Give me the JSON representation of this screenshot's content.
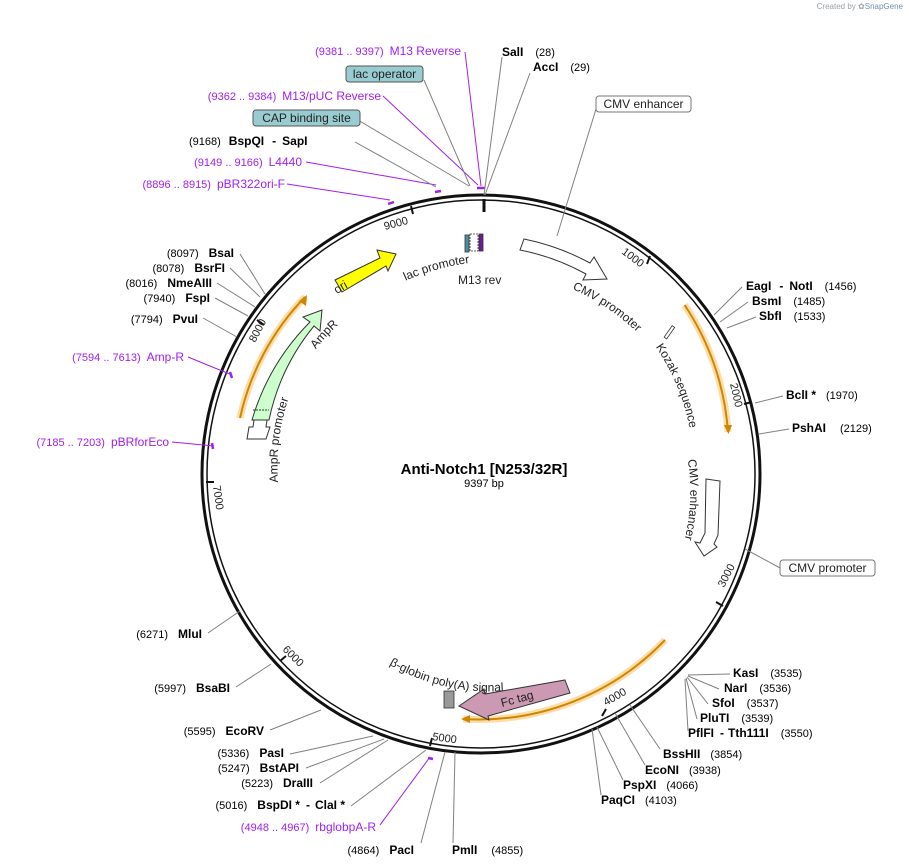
{
  "credit": {
    "prefix": "Created by",
    "brand": "SnapGene"
  },
  "plasmid": {
    "name": "Anti-Notch1 [N253/32R]",
    "length": "9397 bp"
  },
  "ticks": [
    "1000",
    "2000",
    "3000",
    "4000",
    "5000",
    "6000",
    "7000",
    "8000",
    "9000"
  ],
  "features": {
    "ori": "ori",
    "lac_promoter": "lac promoter",
    "m13_rev": "M13 rev",
    "cmv_promoter": "CMV promoter",
    "kozak": "Kozak sequence",
    "cmv_enhancer_inner": "CMV enhancer",
    "beta_globin": "β-globin poly(A) signal",
    "fc_tag": "Fc tag",
    "ampr": "AmpR",
    "ampr_promoter": "AmpR promoter",
    "lac_operator": "lac operator",
    "cap_site": "CAP binding site",
    "cmv_enhancer_box": "CMV enhancer",
    "cmv_promoter_box": "CMV promoter"
  },
  "enzymes": {
    "sali": {
      "name": "SalI",
      "pos": "(28)"
    },
    "acci": {
      "name": "AccI",
      "pos": "(29)"
    },
    "eagi": {
      "name": "EagI",
      "sep": "-",
      "name2": "NotI",
      "pos": "(1456)"
    },
    "bsmi": {
      "name": "BsmI",
      "pos": "(1485)"
    },
    "sbfi": {
      "name": "SbfI",
      "pos": "(1533)"
    },
    "bcli": {
      "name": "BclI *",
      "pos": "(1970)"
    },
    "pshai": {
      "name": "PshAI",
      "pos": "(2129)"
    },
    "kasi": {
      "name": "KasI",
      "pos": "(3535)"
    },
    "nari": {
      "name": "NarI",
      "pos": "(3536)"
    },
    "sfoi": {
      "name": "SfoI",
      "pos": "(3537)"
    },
    "pluti": {
      "name": "PluTI",
      "pos": "(3539)"
    },
    "pflfi": {
      "name": "PflFI",
      "sep": "-",
      "name2": "Tth111I",
      "pos": "(3550)"
    },
    "bsshii": {
      "name": "BssHII",
      "pos": "(3854)"
    },
    "econi": {
      "name": "EcoNI",
      "pos": "(3938)"
    },
    "pspxi": {
      "name": "PspXI",
      "pos": "(4066)"
    },
    "paqci": {
      "name": "PaqCI",
      "pos": "(4103)"
    },
    "pmli": {
      "name": "PmlI",
      "pos": "(4855)"
    },
    "paci": {
      "name": "PacI",
      "pos": "(4864)"
    },
    "bspdi": {
      "name": "BspDI *",
      "sep": "-",
      "name2": "ClaI *",
      "pos": "(5016)"
    },
    "draiii": {
      "name": "DraIII",
      "pos": "(5223)"
    },
    "bstapi": {
      "name": "BstAPI",
      "pos": "(5247)"
    },
    "pasi": {
      "name": "PasI",
      "pos": "(5336)"
    },
    "ecorv": {
      "name": "EcoRV",
      "pos": "(5595)"
    },
    "bsabi": {
      "name": "BsaBI",
      "pos": "(5997)"
    },
    "mlui": {
      "name": "MluI",
      "pos": "(6271)"
    },
    "pvui": {
      "name": "PvuI",
      "pos": "(7794)"
    },
    "fspi": {
      "name": "FspI",
      "pos": "(7940)"
    },
    "nmeaiii": {
      "name": "NmeAIII",
      "pos": "(8016)"
    },
    "bsrfi": {
      "name": "BsrFI",
      "pos": "(8078)"
    },
    "bsai": {
      "name": "BsaI",
      "pos": "(8097)"
    },
    "bspqi": {
      "name": "BspQI",
      "sep": "-",
      "name2": "SapI",
      "pos": "(9168)"
    }
  },
  "primers": {
    "m13_reverse": {
      "range": "(9381 .. 9397)",
      "name": "M13 Reverse"
    },
    "m13_puc_reverse": {
      "range": "(9362 .. 9384)",
      "name": "M13/pUC Reverse"
    },
    "l4440": {
      "range": "(9149 .. 9166)",
      "name": "L4440"
    },
    "pbr322ori_f": {
      "range": "(8896 .. 8915)",
      "name": "pBR322ori-F"
    },
    "amp_r": {
      "range": "(7594 .. 7613)",
      "name": "Amp-R"
    },
    "pbrforeco": {
      "range": "(7185 .. 7203)",
      "name": "pBRforEco"
    },
    "rbglobpa_r": {
      "range": "(4948 .. 4967)",
      "name": "rbglobpA-R"
    }
  },
  "colors": {
    "backbone": "#111111",
    "primer": "#a020f0",
    "enzyme_line": "#808080",
    "ori_fill": "#ffff00",
    "ampr_fill": "#ccffcc",
    "fc_fill": "#cc99b2",
    "orf_highlight": "#ff9900",
    "box_fill": "#99ccd1",
    "polya_fill": "#999999"
  }
}
